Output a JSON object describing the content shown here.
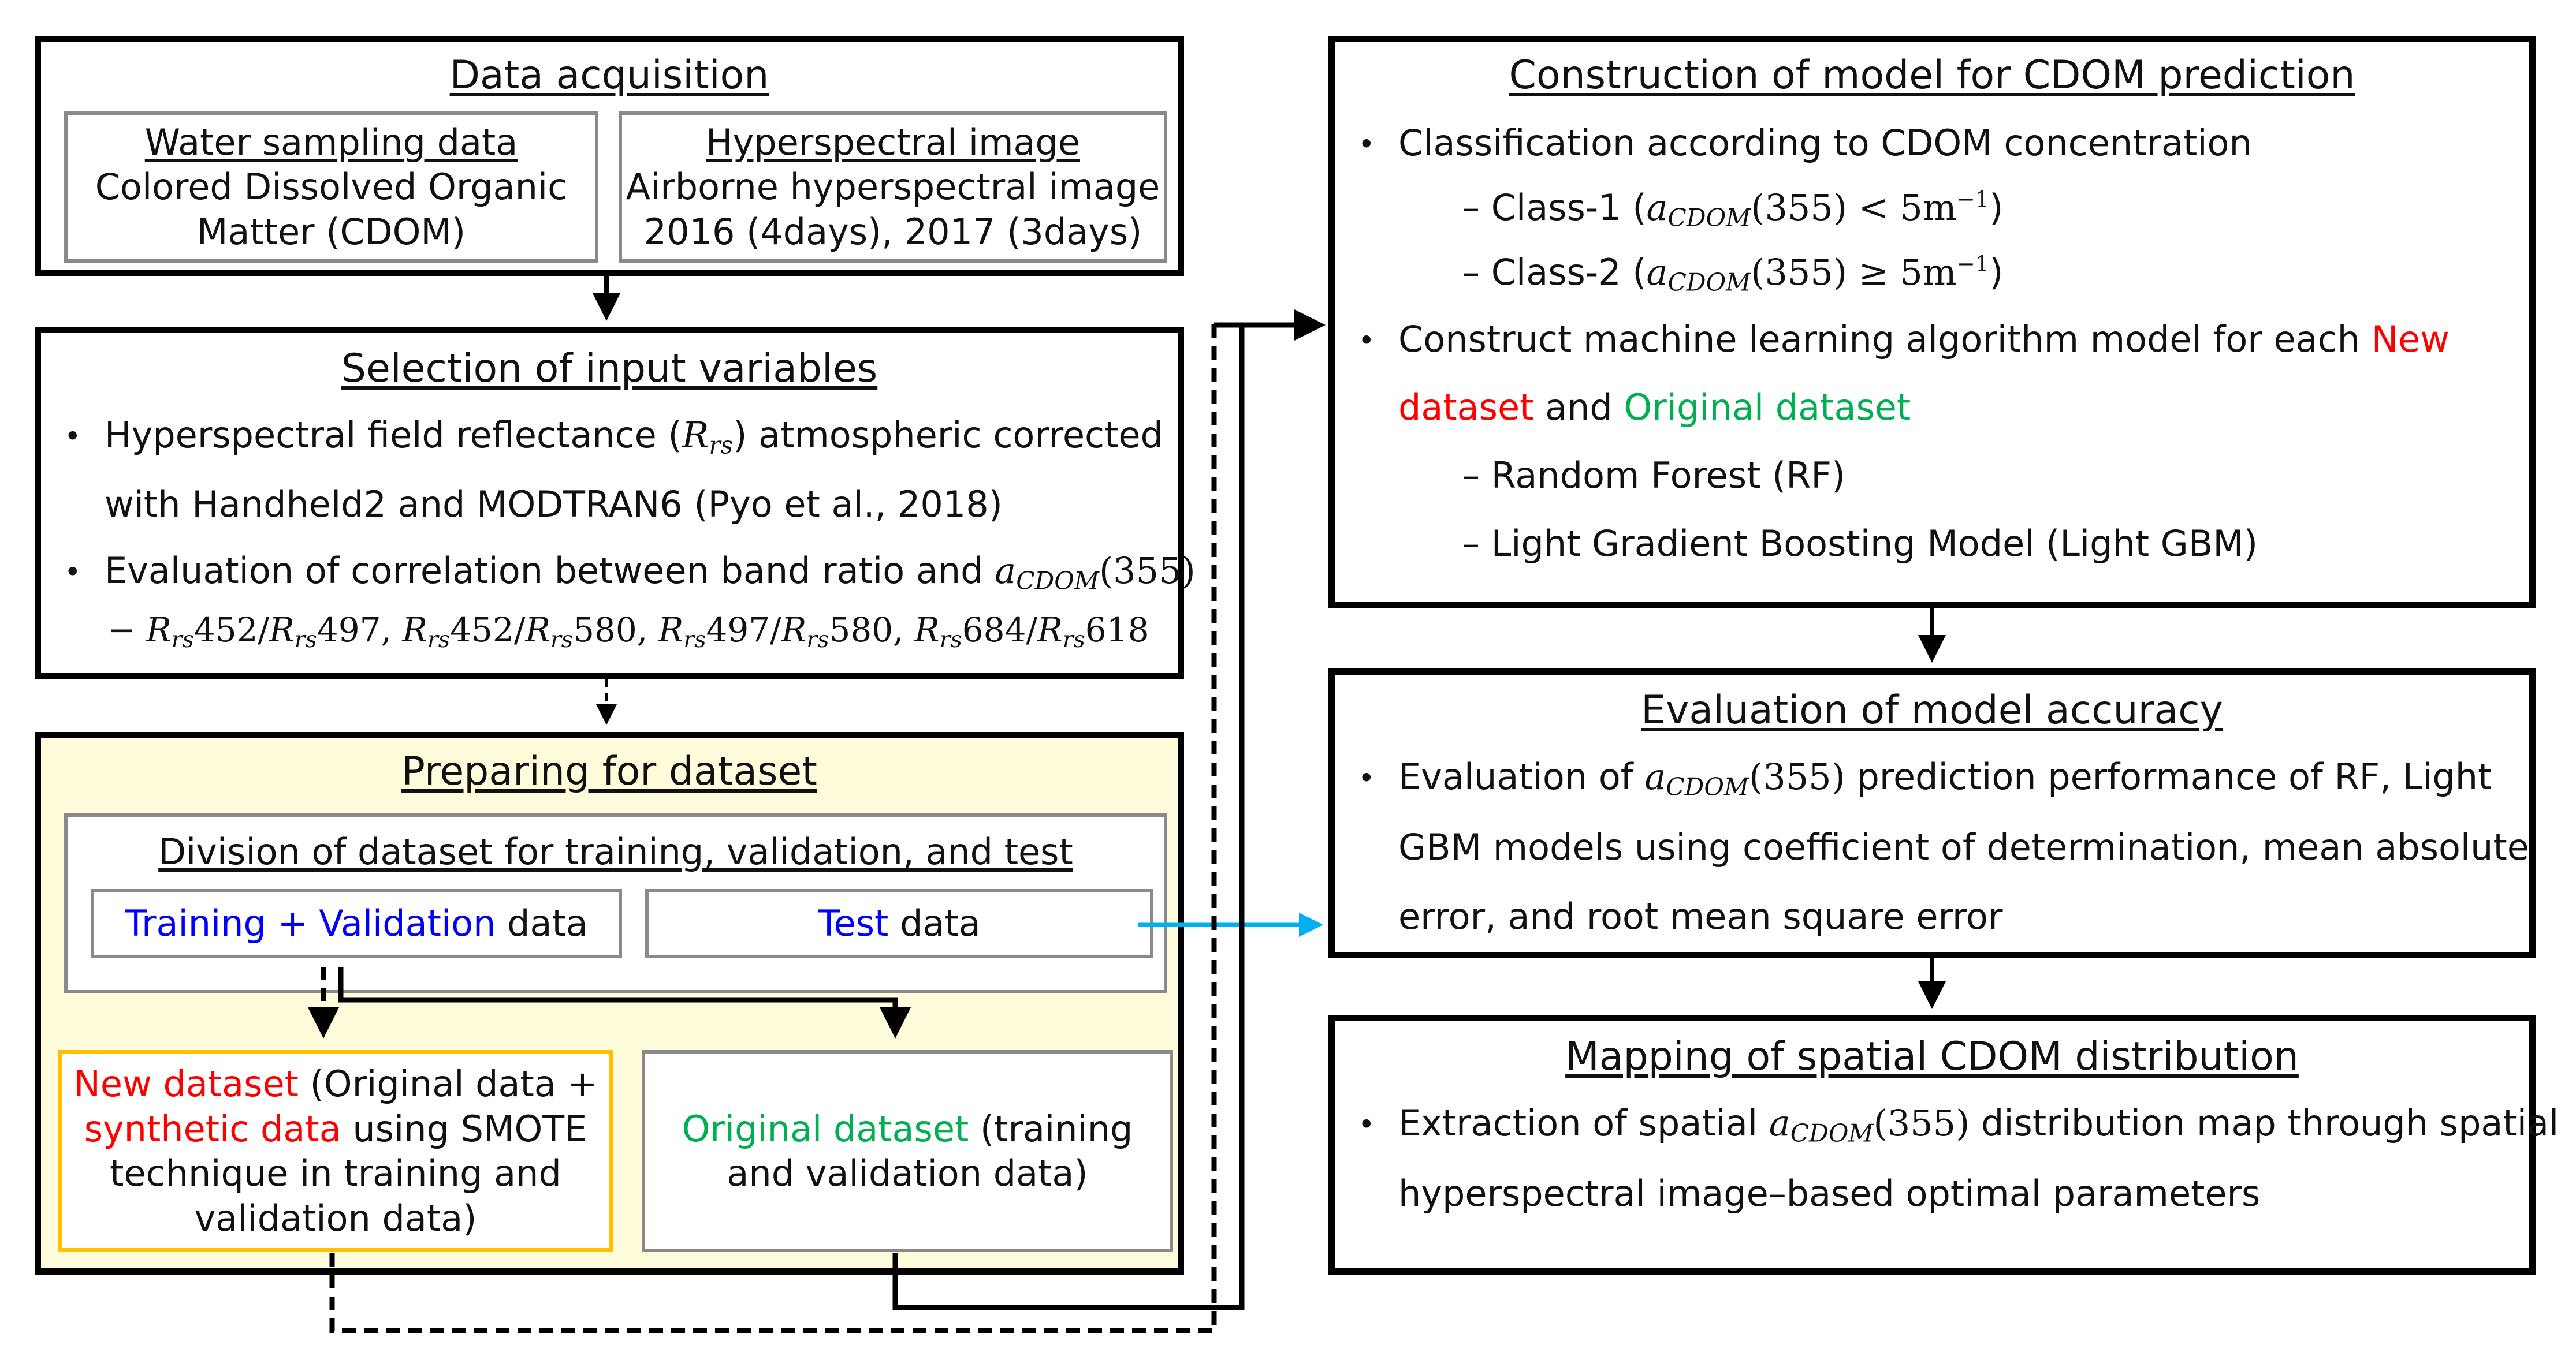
{
  "data_acquisition": {
    "title": "Data acquisition",
    "water": {
      "title": "Water sampling data",
      "line1": "Colored Dissolved Organic",
      "line2": "Matter (CDOM)"
    },
    "hyper": {
      "title": "Hyperspectral image",
      "line1": "Airborne hyperspectral image",
      "line2": "2016 (4days), 2017 (3days)"
    }
  },
  "selection": {
    "title": "Selection of input variables",
    "b1_pre": "Hyperspectral field reflectance (",
    "b1_sym": "R",
    "b1_sub": "rs",
    "b1_post": ") atmospheric corrected",
    "b1_line2": "with Handheld2 and MODTRAN6 (Pyo et al., 2018)",
    "b2_pre": "Evaluation of correlation between band ratio and ",
    "acdom": "a",
    "acdom_sub": "CDOM",
    "acdom_arg": "(355)",
    "ratio_dash": "−",
    "ratios": [
      "452/",
      "497,",
      "452/",
      "580,",
      "497/",
      "580,",
      "684/",
      "618"
    ]
  },
  "preparing": {
    "title": "Preparing for dataset",
    "division_title": "Division of dataset for training, validation, and test",
    "train_val_colored": "Training + Validation",
    "train_val_rest": " data",
    "test_colored": "Test",
    "test_rest": " data",
    "new_dataset": {
      "red1": "New dataset",
      "text1": " (Original data +",
      "red2": "synthetic data",
      "text2": " using SMOTE",
      "line3": "technique in training and",
      "line4": "validation data)"
    },
    "original_dataset": {
      "green": "Original dataset",
      "text1": " (training",
      "line2": "and validation data)"
    }
  },
  "construction": {
    "title": "Construction of model for CDOM prediction",
    "b1": "Classification according to CDOM concentration",
    "class1_label": "Class-1 (",
    "class1_rel": "< 5m",
    "class2_label": "Class-2 (",
    "class2_rel": "≥ 5m",
    "exp": "−1",
    "close": ")",
    "b2_line1": "Construct machine learning algorithm model for each ",
    "b2_new1": "New",
    "b2_new2": "dataset",
    "b2_and": " and ",
    "b2_orig": "Original dataset",
    "rf": "Random Forest (RF)",
    "lgbm": "Light Gradient Boosting Model (Light GBM)",
    "dash": "–"
  },
  "evaluation": {
    "title": "Evaluation of model accuracy",
    "pre": "Evaluation of ",
    "post": " prediction performance of RF, Light",
    "line2": "GBM models using coefficient of determination, mean absolute",
    "line3": "error, and root mean square error"
  },
  "mapping": {
    "title": "Mapping of spatial CDOM distribution",
    "pre": "Extraction of spatial ",
    "post": " distribution map through spatial",
    "line2": "hyperspectral image–based optimal parameters"
  },
  "bullet_symbol": "•",
  "colors": {
    "red": "#ff0000",
    "green": "#00b050",
    "blue": "#0000ff",
    "highlight": "#fffbdb",
    "new_border": "#ffc000",
    "test_arrow": "#00b0f0"
  }
}
